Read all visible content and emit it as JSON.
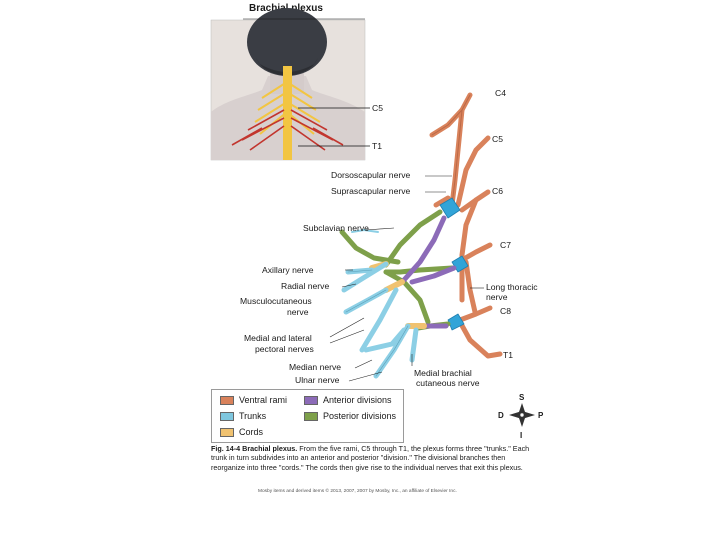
{
  "figure": {
    "title": "Brachial plexus",
    "inset_labels": {
      "c5": "C5",
      "t1": "T1"
    },
    "root_labels": [
      "C4",
      "C5",
      "C6",
      "C7",
      "C8",
      "T1"
    ],
    "nerve_labels": {
      "dorsoscapular": "Dorsoscapular nerve",
      "suprascapular": "Suprascapular nerve",
      "subclavian": "Subclavian nerve",
      "axillary": "Axillary nerve",
      "radial": "Radial nerve",
      "musculo_1": "Musculocutaneous",
      "musculo_2": "nerve",
      "pectoral_1": "Medial and lateral",
      "pectoral_2": "pectoral nerves",
      "median": "Median nerve",
      "ulnar": "Ulnar nerve",
      "long_thoracic_1": "Long thoracic",
      "long_thoracic_2": "nerve",
      "medial_brachial_1": "Medial brachial",
      "medial_brachial_2": "cutaneous nerve"
    },
    "legend": [
      {
        "label": "Ventral rami",
        "color": "#d9825b"
      },
      {
        "label": "Anterior divisions",
        "color": "#8c6bb8"
      },
      {
        "label": "Trunks",
        "color": "#7fc7df"
      },
      {
        "label": "Posterior divisions",
        "color": "#7ea04a"
      },
      {
        "label": "Cords",
        "color": "#f0c270"
      }
    ],
    "compass": {
      "s": "S",
      "d": "D",
      "p": "P",
      "i": "I"
    },
    "caption_lead": "Fig. 14-4  Brachial plexus.",
    "caption_body": " From the five rami, C5 through T1, the plexus forms three \"trunks.\" Each trunk in turn subdivides into an anterior and posterior \"division.\" The divisional branches then reorganize into three \"cords.\" The cords then give rise to the individual nerves that exit this plexus.",
    "credit": "Mosby items and derived items © 2013, 2007, 2007 by Mosby, Inc., an affiliate of Elsevier Inc."
  }
}
